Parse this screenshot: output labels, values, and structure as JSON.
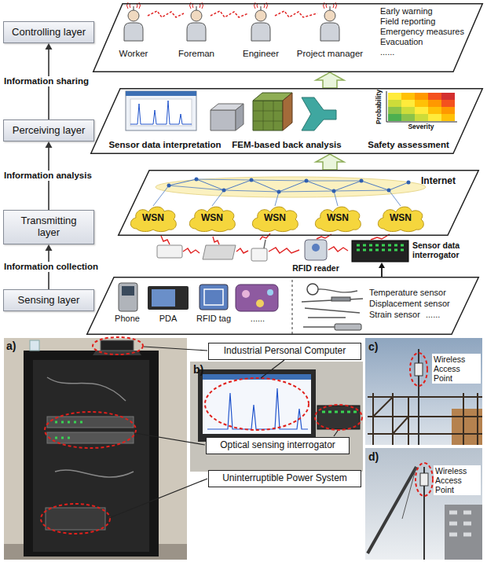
{
  "diagram": {
    "nodes": [
      {
        "text": [
          "Controlling layer"
        ]
      },
      {
        "text": [
          "Worker",
          "Foreman",
          "Engineer",
          "Project manager",
          "Early warning",
          "Field reporting",
          "Emergency measures",
          "Evacuation",
          "......"
        ]
      },
      {
        "text": [
          "Perceiving layer"
        ]
      },
      {
        "text": [
          "Sensor data interpretation",
          "FEM-based back analysis",
          "Safety assessment"
        ]
      },
      {
        "text": [
          "Transmitting layer"
        ]
      },
      {
        "text": [
          "Internet"
        ]
      },
      {
        "text": [
          "WSN"
        ],
        "in": 5
      },
      {
        "text": [
          "WSN"
        ],
        "in": 5
      },
      {
        "text": [
          "WSN"
        ],
        "in": 5
      },
      {
        "text": [
          "WSN"
        ],
        "in": 5
      },
      {
        "text": [
          "WSN"
        ],
        "in": 5
      },
      {
        "text": [
          "Sensing layer"
        ]
      },
      {
        "text": [
          "Phone",
          "PDA",
          "RFID tag",
          "......",
          "Temperature sensor",
          "Displacement sensor",
          "Strain sensor",
          "......"
        ]
      },
      {
        "text": [
          "Industrial Personal Computer"
        ]
      },
      {
        "text": [
          "Optical sensing interrogator"
        ]
      },
      {
        "text": [
          "Uninterruptible Power System"
        ]
      }
    ],
    "edges": [
      {
        "from": 11,
        "to": 4,
        "arrow": "to",
        "label": "Information collection"
      },
      {
        "from": 4,
        "to": 2,
        "arrow": "to",
        "label": "Information analysis"
      },
      {
        "from": 2,
        "to": 0,
        "arrow": "to",
        "label": "Information sharing"
      },
      {
        "from": 5,
        "to": 3,
        "arrow": "to"
      },
      {
        "from": 3,
        "to": 1,
        "arrow": "to"
      }
    ],
    "labels": [
      "Probability",
      "Severity",
      "RFID reader",
      "Sensor data interrogator",
      "a)",
      "b)",
      "c)",
      "d)",
      "Wireless Access Point",
      "Wireless Access Point"
    ]
  }
}
